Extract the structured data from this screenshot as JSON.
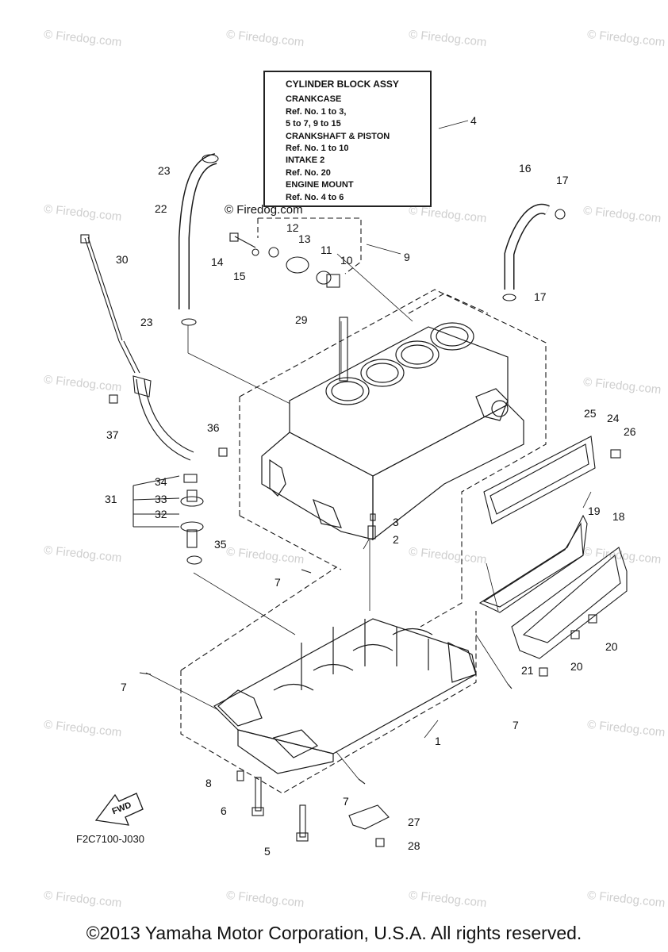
{
  "watermark": "© Firedog.com",
  "center_watermark": "© Firedog.com",
  "legend": {
    "title": "CYLINDER BLOCK ASSY",
    "lines": [
      "CRANKCASE",
      "Ref. No. 1 to 3,",
      "5 to 7, 9 to 15",
      "CRANKSHAFT & PISTON",
      "Ref. No. 1 to 10",
      "INTAKE 2",
      "Ref. No. 20",
      "ENGINE MOUNT",
      "Ref. No. 4 to 6"
    ]
  },
  "fwd_label": "FWD",
  "drawing_code": "F2C7100-J030",
  "copyright": "©2013 Yamaha Motor Corporation, U.S.A. All rights reserved.",
  "callouts": {
    "c1": "1",
    "c2": "2",
    "c3": "3",
    "c4": "4",
    "c5": "5",
    "c6": "6",
    "c7a": "7",
    "c7b": "7",
    "c7c": "7",
    "c7d": "7",
    "c8": "8",
    "c9": "9",
    "c10": "10",
    "c11": "11",
    "c12": "12",
    "c13": "13",
    "c14": "14",
    "c15": "15",
    "c16": "16",
    "c17a": "17",
    "c17b": "17",
    "c18": "18",
    "c19": "19",
    "c20a": "20",
    "c20b": "20",
    "c21": "21",
    "c22": "22",
    "c23a": "23",
    "c23b": "23",
    "c24": "24",
    "c25": "25",
    "c26": "26",
    "c27": "27",
    "c28": "28",
    "c29": "29",
    "c30": "30",
    "c31": "31",
    "c32": "32",
    "c33": "33",
    "c34": "34",
    "c35": "35",
    "c36": "36",
    "c37": "37"
  }
}
